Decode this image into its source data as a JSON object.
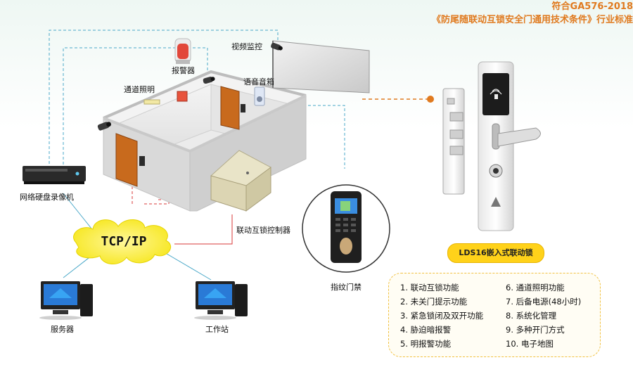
{
  "header": {
    "line1": "符合GA576-2018",
    "line2": "《防尾随联动互锁安全门通用技术条件》行业标准"
  },
  "labels": {
    "alarm": "报警器",
    "video": "视频监控",
    "corridor_light": "通道照明",
    "speaker": "语音音箱",
    "nvr": "网络硬盘录像机",
    "controller": "联动互锁控制器",
    "fingerprint": "指纹门禁",
    "server": "服务器",
    "workstation": "工作站",
    "tcpip": "TCP/IP"
  },
  "product": {
    "name": "LDS16嵌入式联动锁"
  },
  "features": {
    "left": [
      "1. 联动互锁功能",
      "2. 未关门提示功能",
      "3. 紧急锁闭及双开功能",
      "4. 胁迫暗报警",
      "5. 明报警功能"
    ],
    "right": [
      "6. 通道照明功能",
      "7. 后备电源(48小时)",
      "8. 系统化管理",
      "9. 多种开门方式",
      "10. 电子地图"
    ]
  },
  "colors": {
    "accent_orange": "#e07a1f",
    "line_cyan": "#4aa8c8",
    "line_red": "#d9383a",
    "badge_yellow": "#ffd21a"
  }
}
